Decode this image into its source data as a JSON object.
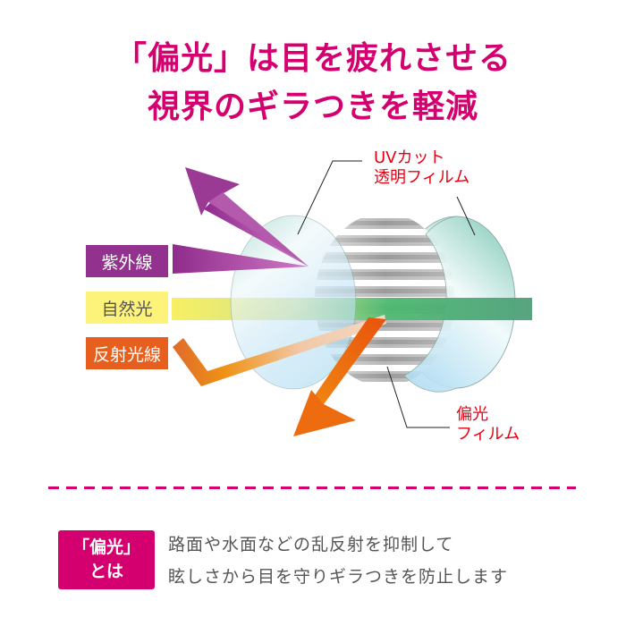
{
  "headline": {
    "line1": "「偏光」は目を疲れさせる",
    "line2": "視界のギラつきを軽減"
  },
  "diagram": {
    "labels": [
      {
        "id": "uv",
        "text": "紫外線",
        "color": "#93318f"
      },
      {
        "id": "natural",
        "text": "自然光",
        "color": "#fdf27a"
      },
      {
        "id": "reflected",
        "text": "反射光線",
        "color": "#e75f1f"
      }
    ],
    "callouts": {
      "uv_film": {
        "line1": "UVカット",
        "line2": "透明フィルム"
      },
      "polarizing_film": {
        "line1": "偏光",
        "line2": "フィルム"
      }
    },
    "colors": {
      "accent": "#d4006f",
      "callout_red": "#e60012",
      "uv_purple": "#93318f",
      "reflect_orange": "#e75f1f",
      "natural_yellow": "#f7ef5a",
      "natural_green": "#3daa6e"
    }
  },
  "footer": {
    "badge": {
      "line1": "「偏光」",
      "line2": "とは"
    },
    "description": {
      "line1": "路面や水面などの乱反射を抑制して",
      "line2": "眩しさから目を守りギラつきを防止します"
    }
  }
}
